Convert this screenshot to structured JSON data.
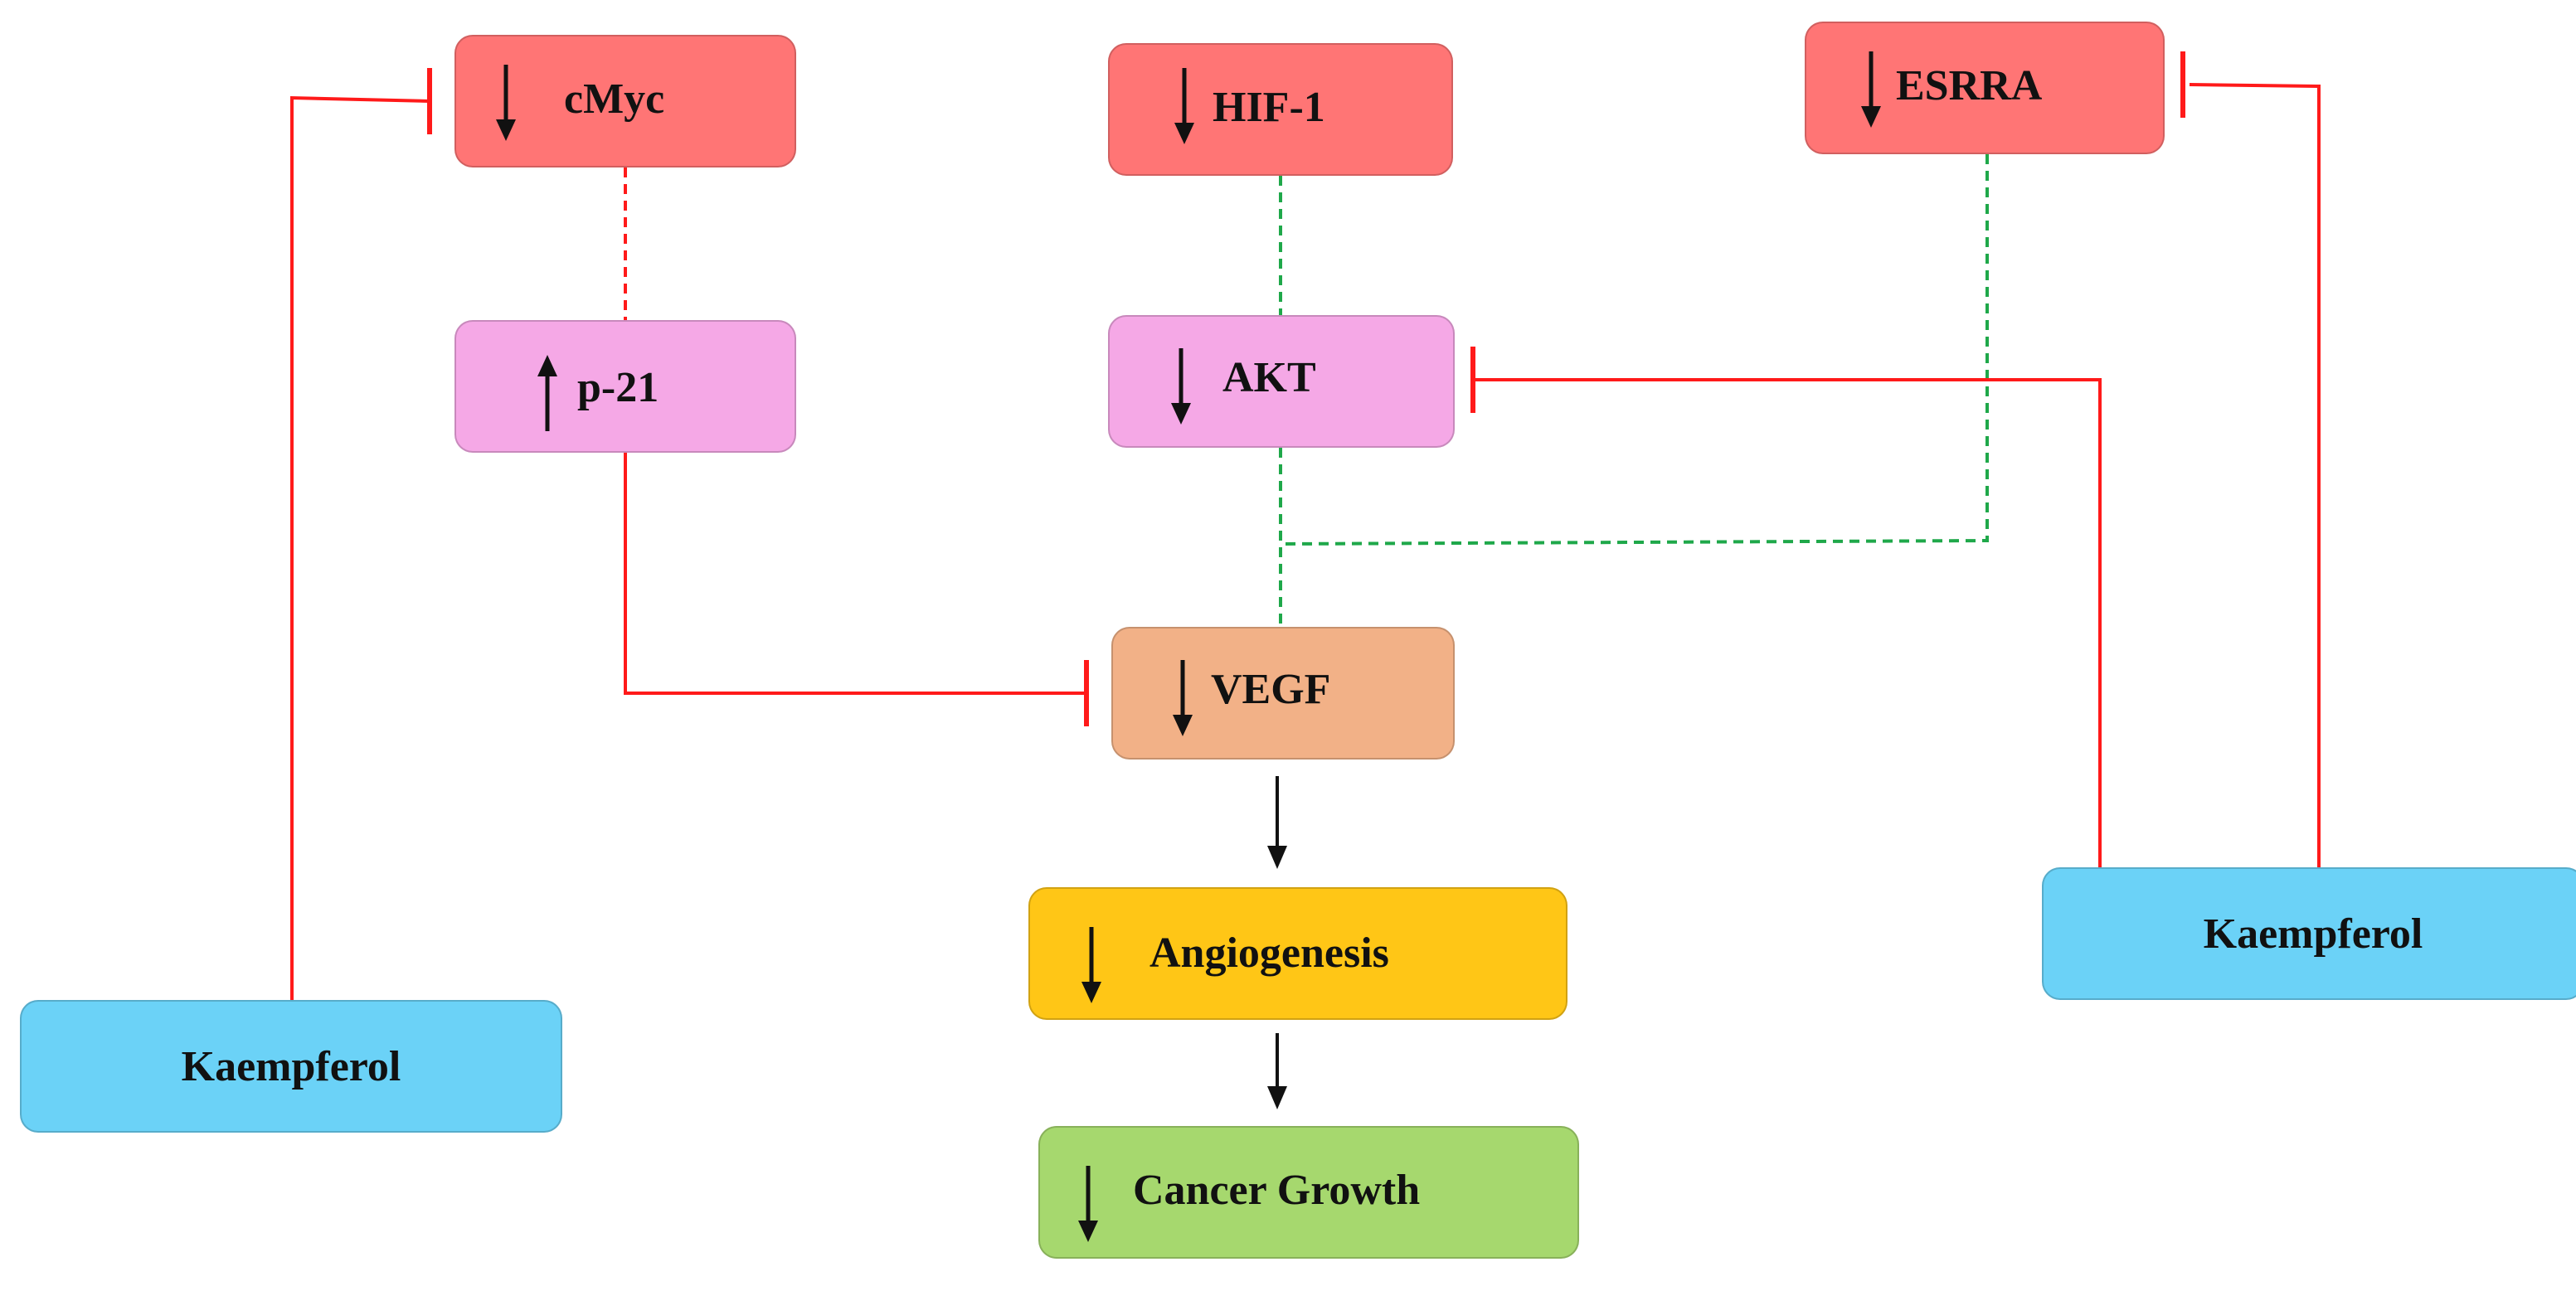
{
  "colors": {
    "red_box": "#ff7575",
    "pink_box": "#f5a8e6",
    "orange_box": "#f2b187",
    "yellow_box": "#ffc616",
    "green_box": "#a6d86e",
    "blue_box": "#6bd2f7",
    "inhibition_line": "#ff1a1a",
    "green_dashed_line": "#1fa84a",
    "arrow": "#111111"
  },
  "icons": {
    "down": "down-arrow-icon",
    "up": "up-arrow-icon",
    "inhibit": "inhibition-bar-icon"
  },
  "nodes": {
    "cmyc": {
      "label": "cMyc",
      "direction": "down"
    },
    "hif1": {
      "label": "HIF-1",
      "direction": "down"
    },
    "esrra": {
      "label": "ESRRA",
      "direction": "down"
    },
    "p21": {
      "label": "p-21",
      "direction": "up"
    },
    "akt": {
      "label": "AKT",
      "direction": "down"
    },
    "vegf": {
      "label": "VEGF",
      "direction": "down"
    },
    "angiogenesis": {
      "label": "Angiogenesis",
      "direction": "down"
    },
    "cancer_growth": {
      "label": "Cancer Growth",
      "direction": "down"
    },
    "kaempferol_left": {
      "label": "Kaempferol"
    },
    "kaempferol_right": {
      "label": "Kaempferol"
    }
  }
}
